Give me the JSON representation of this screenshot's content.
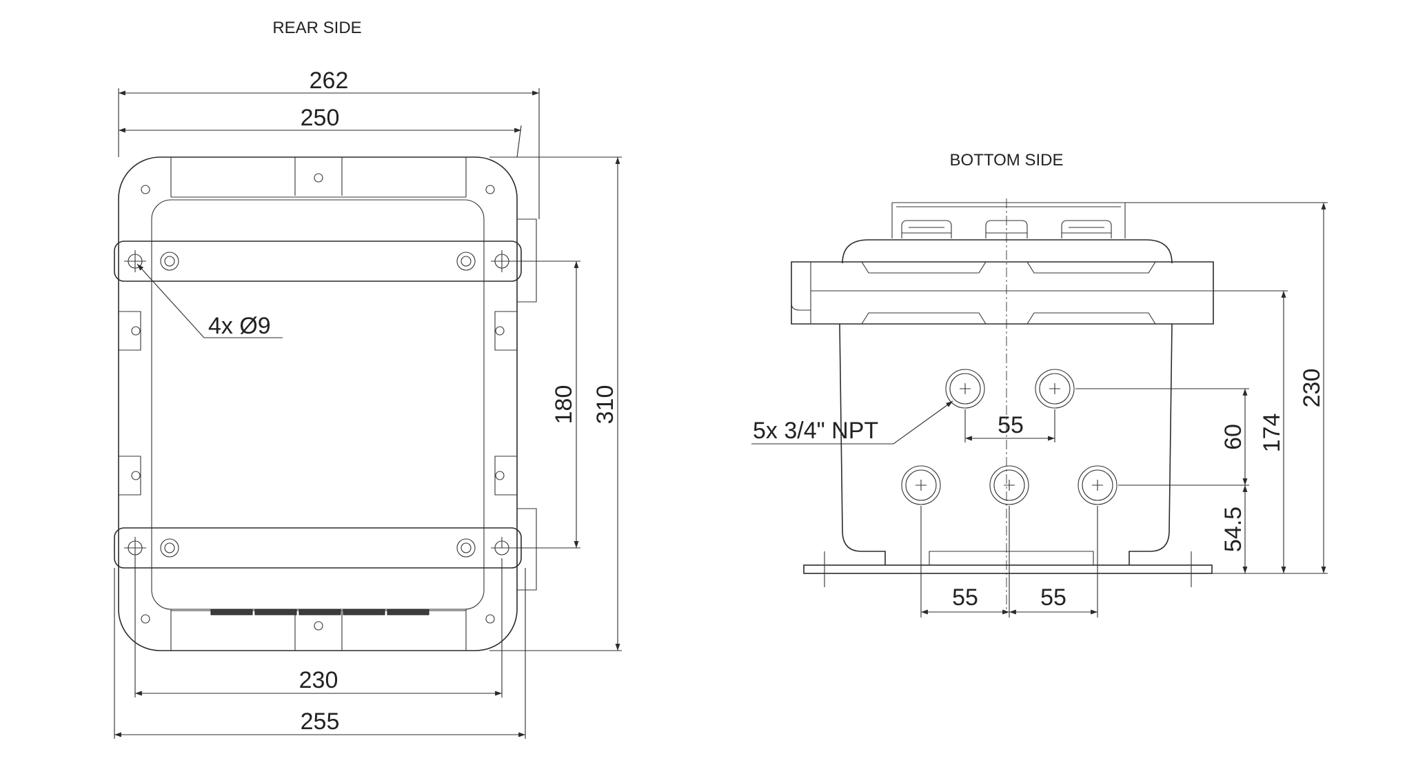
{
  "views": {
    "rear": {
      "title": "REAR SIDE",
      "dims": {
        "overall_width": "262",
        "flange_width": "250",
        "bottom_width": "230",
        "base_width": "255",
        "hole_spacing": "180",
        "height": "310"
      },
      "holes_callout": "4x Ø9"
    },
    "bottom": {
      "title": "BOTTOM SIDE",
      "dims": {
        "top_pitch": "55",
        "bottom_pitch_left": "55",
        "bottom_pitch_right": "55",
        "row_spacing": "60",
        "base_to_row": "54.5",
        "flange_height": "174",
        "overall_height": "230"
      },
      "entries_callout": "5x 3/4\" NPT"
    }
  }
}
